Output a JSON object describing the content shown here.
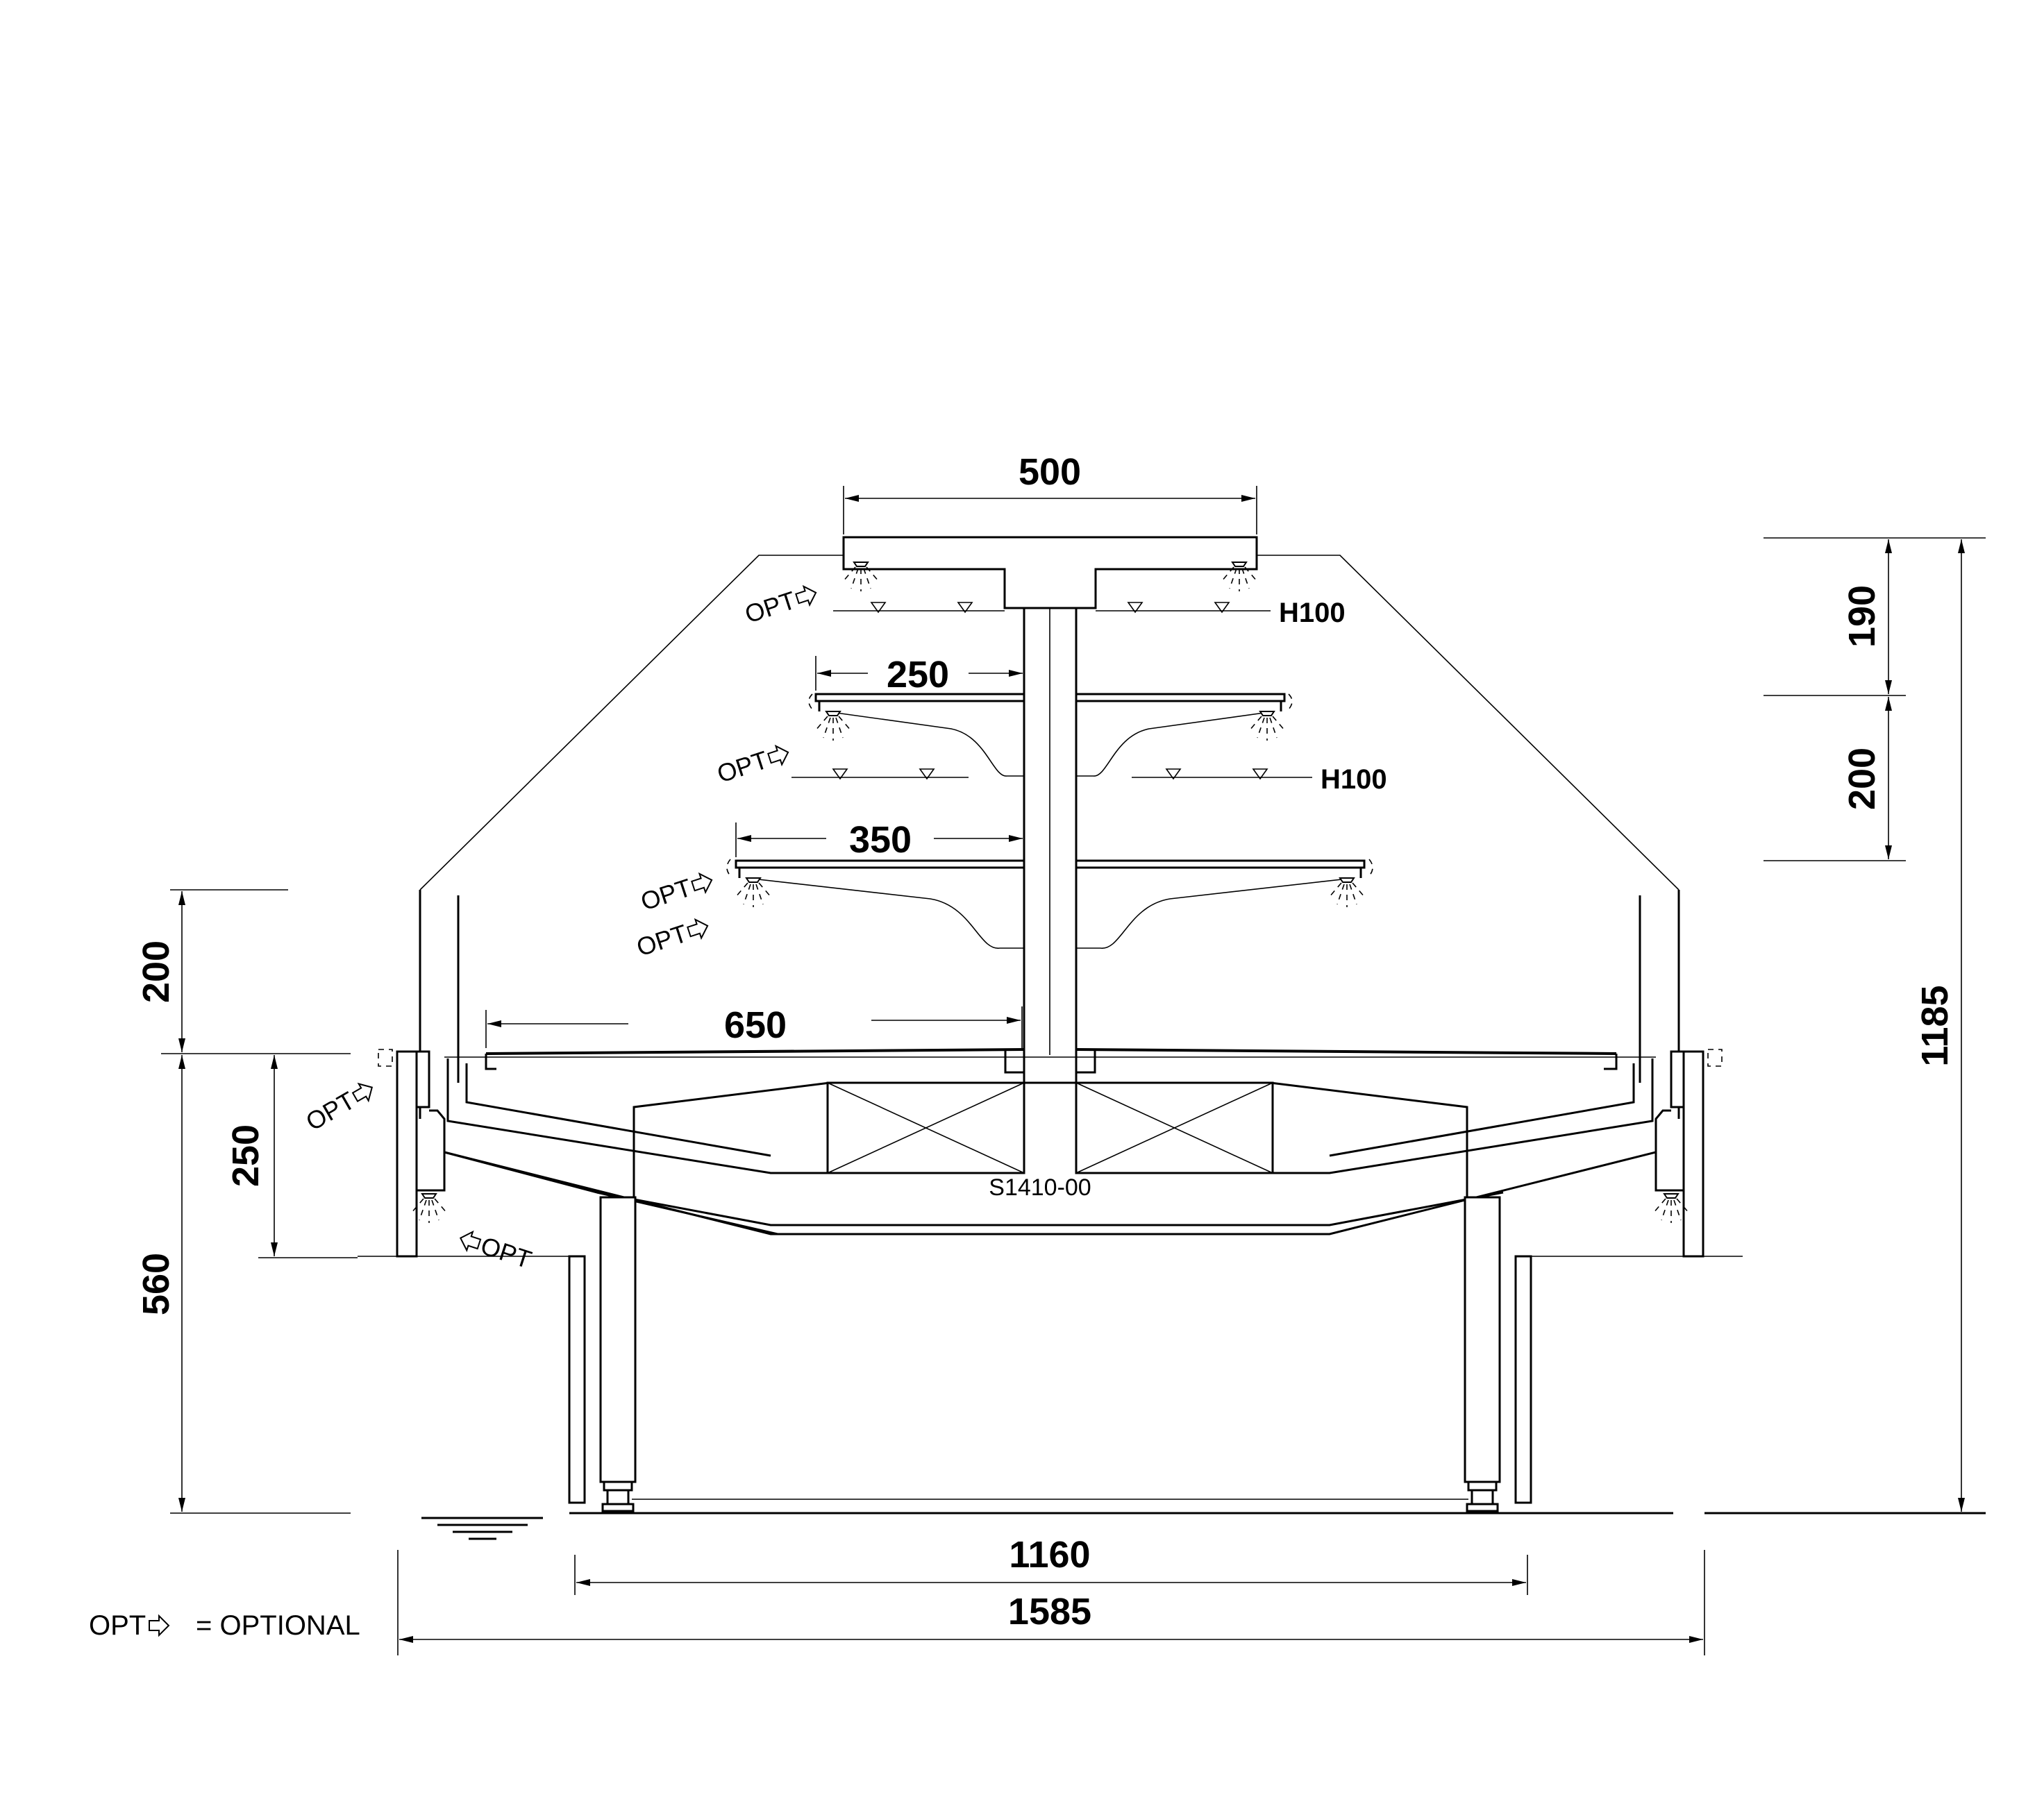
{
  "drawing": {
    "dimensions": {
      "top_width": "500",
      "top_shelf_depth": "250",
      "middle_shelf_depth": "350",
      "deck_depth": "650",
      "left_canopy_height": "200",
      "left_tank_depth": "250",
      "left_base_height": "560",
      "right_top_gap": "190",
      "right_second_gap": "200",
      "total_height": "1185",
      "leg_span": "1160",
      "overall_width": "1585"
    },
    "shelf_height_labels": [
      "H100",
      "H100"
    ],
    "model_code": "S1410-00",
    "opt_label": "OPT",
    "legend": {
      "key": "OPT",
      "text": "= OPTIONAL"
    },
    "line_color": "#000000",
    "background_color": "#ffffff"
  }
}
